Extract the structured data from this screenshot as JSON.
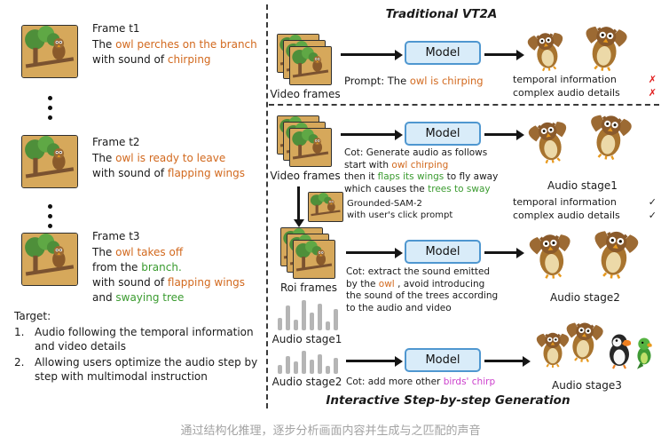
{
  "colors": {
    "orange": "#d2691e",
    "green": "#3a9b2f",
    "magenta": "#cc3fcc",
    "red": "#e11d1d",
    "model_fill": "#d9ecf9",
    "model_border": "#4f97d0",
    "caption_gray": "#a3a3a3"
  },
  "left": {
    "frames": [
      {
        "title": "Frame t1",
        "lines": [
          [
            {
              "t": "The "
            },
            {
              "t": "owl perches on the branch",
              "c": "orange"
            }
          ],
          [
            {
              "t": "with sound of "
            },
            {
              "t": "chirping",
              "c": "orange"
            }
          ]
        ]
      },
      {
        "title": "Frame t2",
        "lines": [
          [
            {
              "t": "The "
            },
            {
              "t": "owl is ready to leave",
              "c": "orange"
            }
          ],
          [
            {
              "t": "with sound of "
            },
            {
              "t": "flapping wings",
              "c": "orange"
            }
          ]
        ]
      },
      {
        "title": "Frame t3",
        "lines": [
          [
            {
              "t": "The "
            },
            {
              "t": "owl takes off",
              "c": "orange"
            }
          ],
          [
            {
              "t": "from the "
            },
            {
              "t": "branch.",
              "c": "green"
            }
          ],
          [
            {
              "t": "with sound of "
            },
            {
              "t": "flapping wings",
              "c": "orange"
            }
          ],
          [
            {
              "t": "and "
            },
            {
              "t": "swaying tree",
              "c": "green"
            }
          ]
        ]
      }
    ],
    "target": {
      "title": "Target:",
      "items": [
        {
          "num": "1.",
          "text": "Audio following the temporal information and video details"
        },
        {
          "num": "2.",
          "text": "Allowing users optimize the audio step by step with multimodal instruction"
        }
      ]
    }
  },
  "right": {
    "model_label": "Model",
    "video_frames_label": "Video frames",
    "traditional": {
      "title": "Traditional VT2A",
      "prompt": [
        {
          "t": "Prompt: The "
        },
        {
          "t": "owl is chirping",
          "c": "orange"
        }
      ],
      "checks": [
        {
          "label": "temporal information",
          "mark": "✗"
        },
        {
          "label": "complex audio details",
          "mark": "✗"
        }
      ]
    },
    "interactive": {
      "title": "Interactive Step-by-step Generation",
      "checks": [
        {
          "label": "temporal information",
          "mark": "✓"
        },
        {
          "label": "complex audio details",
          "mark": "✓"
        }
      ],
      "cot1": [
        [
          {
            "t": "Cot: Generate audio as follows"
          }
        ],
        [
          {
            "t": "start with "
          },
          {
            "t": "owl chirping",
            "c": "orange"
          }
        ],
        [
          {
            "t": "then it "
          },
          {
            "t": "flaps its wings",
            "c": "green"
          },
          {
            "t": " to fly away"
          }
        ],
        [
          {
            "t": "which  causes the "
          },
          {
            "t": "trees to sway",
            "c": "green"
          }
        ]
      ],
      "sam_note": [
        "Grounded-SAM-2",
        "with user's click prompt"
      ],
      "roi_frames_label": "Roi frames",
      "cot2": [
        [
          {
            "t": "Cot: extract the sound emitted"
          }
        ],
        [
          {
            "t": "by the "
          },
          {
            "t": "owl",
            "c": "orange"
          },
          {
            "t": " , avoid introducing"
          }
        ],
        [
          {
            "t": "the sound of the trees according"
          }
        ],
        [
          {
            "t": "to the audio and video"
          }
        ]
      ],
      "cot3": [
        [
          {
            "t": "Cot: add more other "
          },
          {
            "t": "birds' chirp",
            "c": "magenta"
          }
        ]
      ],
      "audio_stage1_label": "Audio stage1",
      "audio_stage2_label": "Audio stage2",
      "audio_stage3_label": "Audio stage3"
    }
  },
  "caption": "通过结构化推理，逐步分析画面内容并生成与之匹配的声音"
}
